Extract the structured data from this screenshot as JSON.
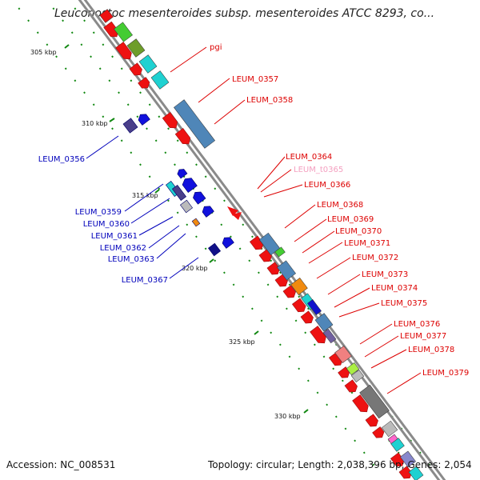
{
  "title": "Leuconostoc mesenteroides subsp. mesenteroides ATCC 8293, co...",
  "footer": {
    "accession": "Accession: NC_008531",
    "topology": "Topology: circular; Length: 2,038,396 bp; Genes: 2,054"
  },
  "scale_labels": [
    "305 kbp",
    "310 kbp",
    "315 kbp",
    "320 kbp",
    "325 kbp",
    "330 kbp"
  ],
  "genes_right": [
    "pgi",
    "LEUM_0357",
    "LEUM_0358",
    "LEUM_0364",
    "LEUM_t0365",
    "LEUM_0366",
    "LEUM_0368",
    "LEUM_0369",
    "LEUM_0370",
    "LEUM_0371",
    "LEUM_0372",
    "LEUM_0373",
    "LEUM_0374",
    "LEUM_0375",
    "LEUM_0376",
    "LEUM_0377",
    "LEUM_0378",
    "LEUM_0379"
  ],
  "genes_left": [
    "LEUM_0356",
    "LEUM_0359",
    "LEUM_0360",
    "LEUM_0361",
    "LEUM_0362",
    "LEUM_0363",
    "LEUM_0367"
  ],
  "colors": {
    "forward_gene": "#ee1111",
    "reverse_gene": "#1111dd",
    "trna_label": "#f4a0c0",
    "label_red": "#dd0000",
    "label_blue": "#0000bb",
    "backbone": "#888888",
    "cog_steelblue": "#4f86b8",
    "cog_cyan": "#1fd1d1",
    "cog_green": "#44cc33",
    "cog_olive": "#6e9d2a",
    "cog_gray": "#777777",
    "tick_green": "#118811"
  }
}
